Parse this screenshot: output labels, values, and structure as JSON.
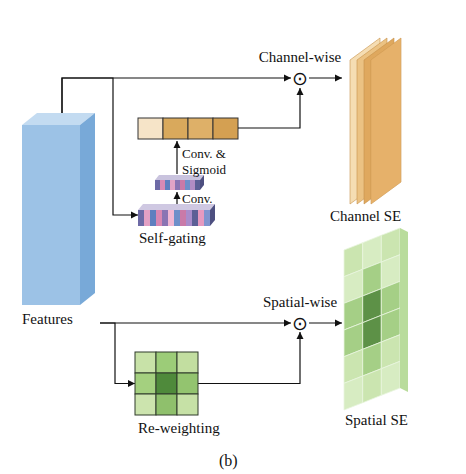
{
  "diagram": {
    "nodes": [
      {
        "text": [
          "Features"
        ]
      },
      {
        "text": [
          "Self-gating"
        ]
      },
      {
        "text": [
          "Re-weighting"
        ]
      },
      {
        "text": [
          "Channel-wise",
          "⊙"
        ]
      },
      {
        "text": [
          "Spatial-wise",
          "⊙"
        ]
      },
      {
        "text": [
          "Channel SE"
        ]
      },
      {
        "text": [
          "Spatial SE"
        ]
      }
    ],
    "edges": [
      {
        "from": 0,
        "to": 3,
        "arrow": "to"
      },
      {
        "from": 0,
        "to": 1,
        "arrow": "to"
      },
      {
        "from": 3,
        "to": 5,
        "arrow": "to"
      },
      {
        "from": 0,
        "to": 4,
        "arrow": "to"
      },
      {
        "from": 0,
        "to": 2,
        "arrow": "to"
      },
      {
        "from": 2,
        "to": 4,
        "arrow": "to"
      },
      {
        "from": 4,
        "to": 6,
        "arrow": "to"
      }
    ],
    "labels": [
      "Conv. & Sigmoid",
      "Conv.",
      "(b)"
    ]
  }
}
